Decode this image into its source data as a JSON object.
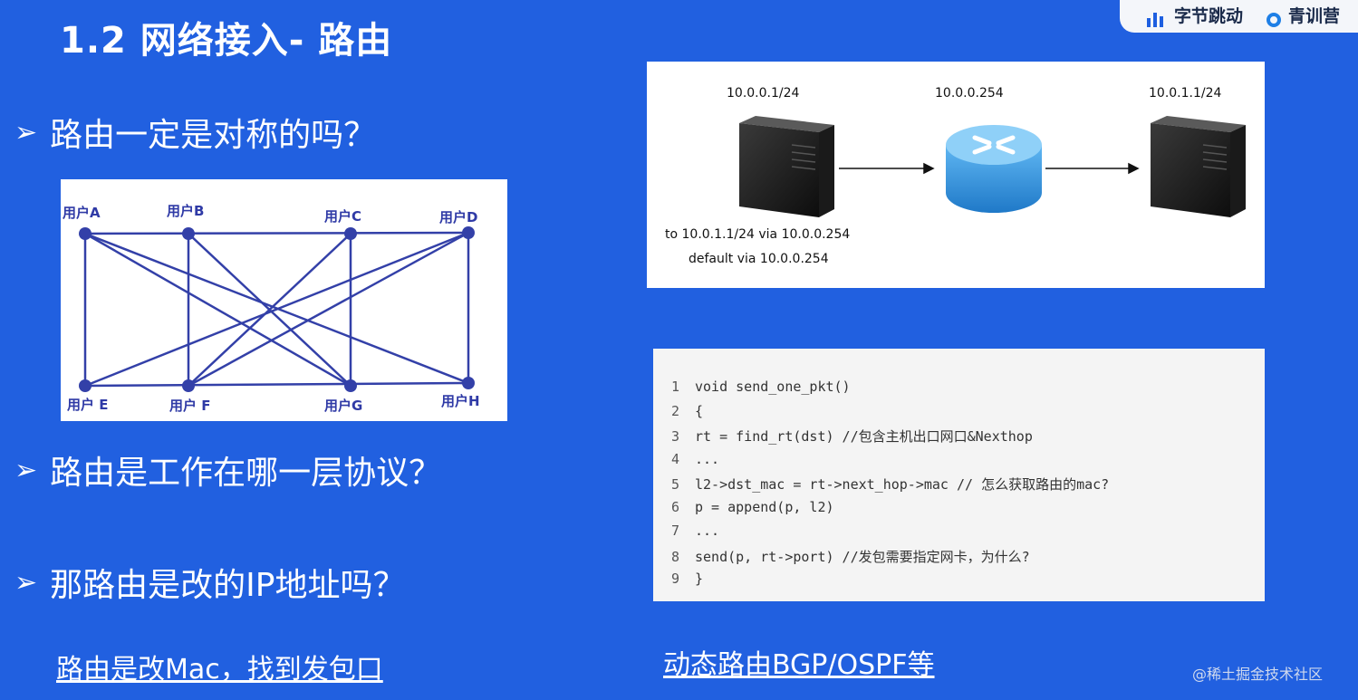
{
  "slide": {
    "title": "1.2 网络接入- 路由",
    "logo_text_1": "字节跳动",
    "logo_text_2": "青训营",
    "arrow_glyph": "➢",
    "questions": [
      "路由一定是对称的吗？",
      "路由是工作在哪一层协议？",
      "那路由是改的IP地址吗？"
    ],
    "answers": [
      "路由是改Mac，找到发包口",
      "动态路由BGP/OSPF等"
    ],
    "watermark": "@稀土掘金技术社区"
  },
  "graph": {
    "nodes": [
      "用户A",
      "用户B",
      "用户C",
      "用户D",
      "用户 E",
      "用户 F",
      "用户G",
      "用户H"
    ],
    "color": "#3340a8"
  },
  "network": {
    "left_ip": "10.0.0.1/24",
    "router_ip": "10.0.0.254",
    "right_ip": "10.0.1.1/24",
    "route_1": "to 10.0.1.1/24 via 10.0.0.254",
    "route_2": "default via 10.0.0.254"
  },
  "code": {
    "lines": [
      {
        "n": "1",
        "text": "void send_one_pkt()"
      },
      {
        "n": "2",
        "text": "{"
      },
      {
        "n": "3",
        "text": "rt = find_rt(dst) //包含主机出口网口&Nexthop"
      },
      {
        "n": "4",
        "text": "..."
      },
      {
        "n": "5",
        "text": "l2->dst_mac = rt->next_hop->mac // 怎么获取路由的mac?"
      },
      {
        "n": "6",
        "text": "p = append(p, l2)"
      },
      {
        "n": "7",
        "text": "..."
      },
      {
        "n": "8",
        "text": "send(p, rt->port) //发包需要指定网卡，为什么?"
      },
      {
        "n": "9",
        "text": "}"
      }
    ]
  }
}
